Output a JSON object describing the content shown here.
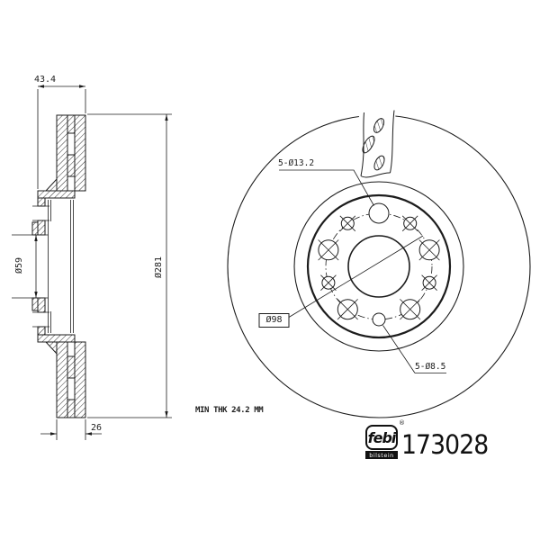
{
  "colors": {
    "line": "#1c1c1c",
    "background": "#ffffff",
    "brand_black": "#111111"
  },
  "dimensions": {
    "overall_width": "43.4",
    "outer_diameter": "Ø281",
    "center_bore_diameter": "Ø59",
    "disc_thickness": "26",
    "mounting_holes": "5-Ø13.2",
    "pitch_circle_diameter": "Ø98",
    "locating_holes": "5-Ø8.5",
    "min_thickness": "MIN THK 24.2 MM"
  },
  "brand": {
    "logo": "febi",
    "logo_sub": "bilstein",
    "registered_mark": "®",
    "part_number": "173028"
  }
}
